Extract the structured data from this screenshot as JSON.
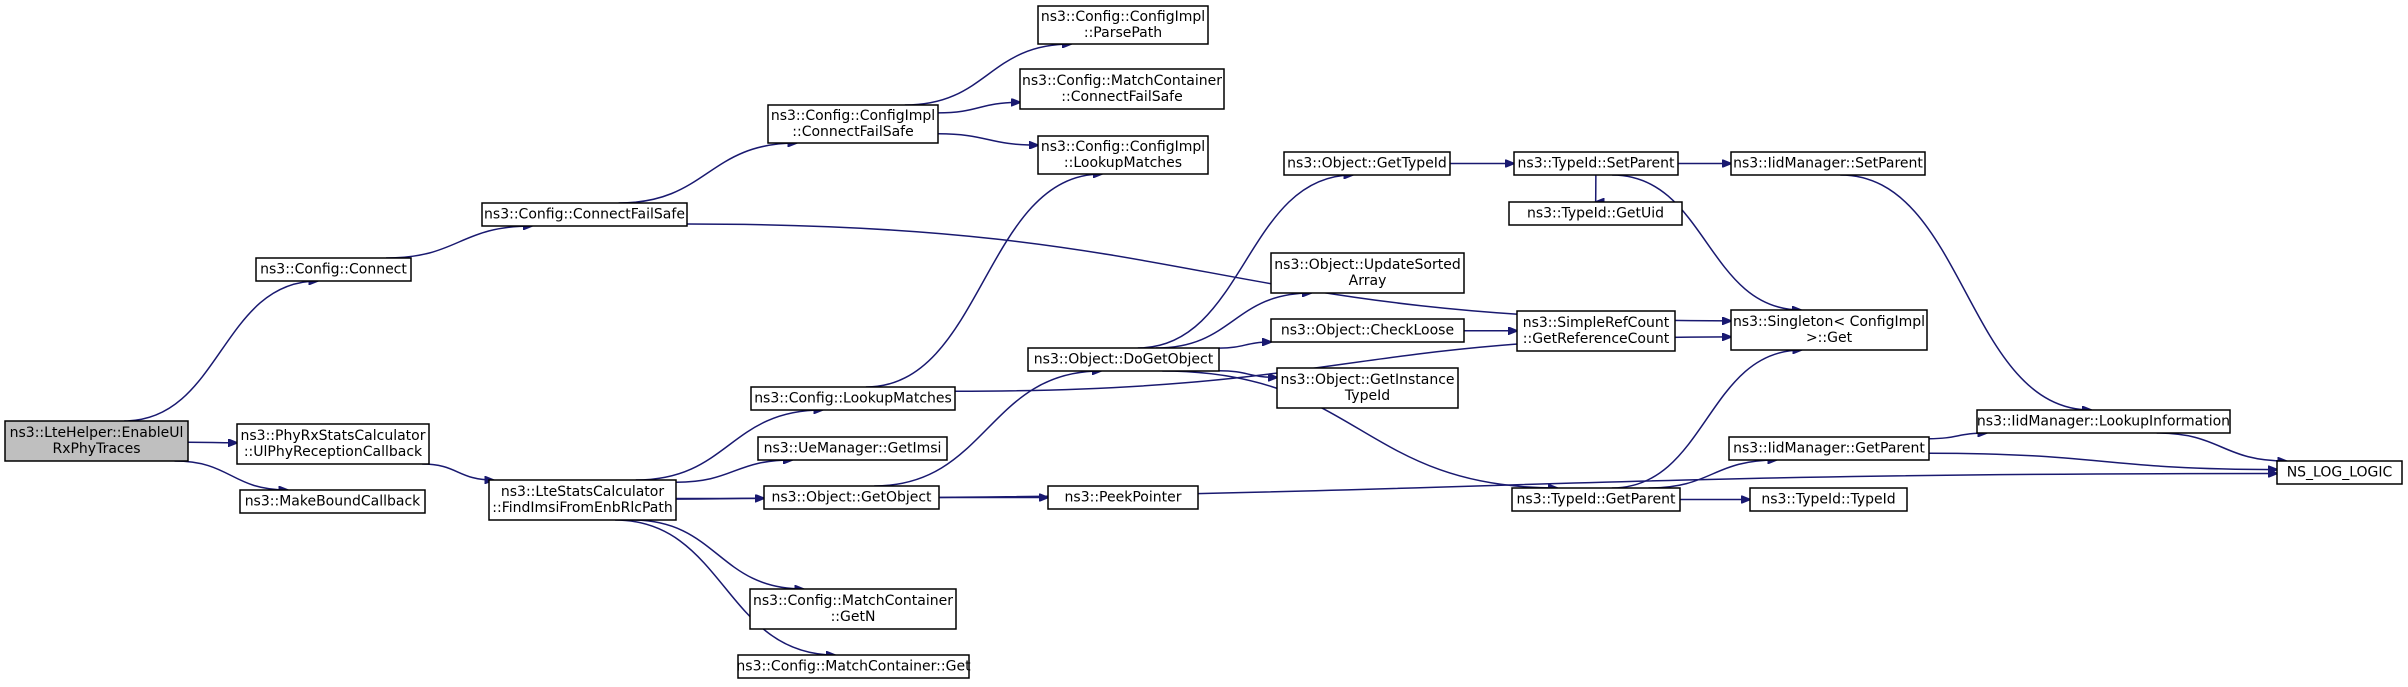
{
  "diagram": {
    "title": "",
    "colors": {
      "edge": "#191970",
      "root_fill": "#bfbfbf",
      "node_fill": "#ffffff",
      "border": "#000000"
    },
    "nodes": [
      {
        "id": "enable",
        "lines": [
          "ns3::LteHelper::EnableUl",
          "RxPhyTraces"
        ],
        "root": true
      },
      {
        "id": "cconnect",
        "lines": [
          "ns3::Config::Connect"
        ]
      },
      {
        "id": "phyrx",
        "lines": [
          "ns3::PhyRxStatsCalculator",
          "::UlPhyReceptionCallback"
        ]
      },
      {
        "id": "mkbound",
        "lines": [
          "ns3::MakeBoundCallback"
        ]
      },
      {
        "id": "cfs",
        "lines": [
          "ns3::Config::ConnectFailSafe"
        ]
      },
      {
        "id": "ltestats",
        "lines": [
          "ns3::LteStatsCalculator",
          "::FindImsiFromEnbRlcPath"
        ]
      },
      {
        "id": "cimplcfs",
        "lines": [
          "ns3::Config::ConfigImpl",
          "::ConnectFailSafe"
        ]
      },
      {
        "id": "clookup",
        "lines": [
          "ns3::Config::LookupMatches"
        ]
      },
      {
        "id": "getimsi",
        "lines": [
          "ns3::UeManager::GetImsi"
        ]
      },
      {
        "id": "getobject",
        "lines": [
          "ns3::Object::GetObject"
        ]
      },
      {
        "id": "mcgetn",
        "lines": [
          "ns3::Config::MatchContainer",
          "::GetN"
        ]
      },
      {
        "id": "mcget",
        "lines": [
          "ns3::Config::MatchContainer::Get"
        ]
      },
      {
        "id": "parsepath",
        "lines": [
          "ns3::Config::ConfigImpl",
          "::ParsePath"
        ]
      },
      {
        "id": "mccfs",
        "lines": [
          "ns3::Config::MatchContainer",
          "::ConnectFailSafe"
        ]
      },
      {
        "id": "cimpllm",
        "lines": [
          "ns3::Config::ConfigImpl",
          "::LookupMatches"
        ]
      },
      {
        "id": "dogetobj",
        "lines": [
          "ns3::Object::DoGetObject"
        ]
      },
      {
        "id": "peek",
        "lines": [
          "ns3::PeekPointer"
        ]
      },
      {
        "id": "gettypeid",
        "lines": [
          "ns3::Object::GetTypeId"
        ]
      },
      {
        "id": "updsorted",
        "lines": [
          "ns3::Object::UpdateSorted",
          "Array"
        ]
      },
      {
        "id": "checkloose",
        "lines": [
          "ns3::Object::CheckLoose"
        ]
      },
      {
        "id": "getinst",
        "lines": [
          "ns3::Object::GetInstance",
          "TypeId"
        ]
      },
      {
        "id": "setparent",
        "lines": [
          "ns3::TypeId::SetParent"
        ]
      },
      {
        "id": "getuid",
        "lines": [
          "ns3::TypeId::GetUid"
        ]
      },
      {
        "id": "srcount",
        "lines": [
          "ns3::SimpleRefCount",
          "::GetReferenceCount"
        ]
      },
      {
        "id": "singleton",
        "lines": [
          "ns3::Singleton< ConfigImpl",
          " >::Get"
        ]
      },
      {
        "id": "tgetparent",
        "lines": [
          "ns3::TypeId::GetParent"
        ]
      },
      {
        "id": "iidset",
        "lines": [
          "ns3::IidManager::SetParent"
        ]
      },
      {
        "id": "iidget",
        "lines": [
          "ns3::IidManager::GetParent"
        ]
      },
      {
        "id": "typeidctor",
        "lines": [
          "ns3::TypeId::TypeId"
        ]
      },
      {
        "id": "iidlookup",
        "lines": [
          "ns3::IidManager::LookupInformation"
        ]
      },
      {
        "id": "nslog",
        "lines": [
          "NS_LOG_LOGIC"
        ]
      }
    ],
    "edges": [
      [
        "enable",
        "cconnect"
      ],
      [
        "enable",
        "phyrx"
      ],
      [
        "enable",
        "mkbound"
      ],
      [
        "cconnect",
        "cfs"
      ],
      [
        "cfs",
        "cimplcfs"
      ],
      [
        "cfs",
        "singleton"
      ],
      [
        "cimplcfs",
        "parsepath"
      ],
      [
        "cimplcfs",
        "mccfs"
      ],
      [
        "cimplcfs",
        "cimpllm"
      ],
      [
        "phyrx",
        "ltestats"
      ],
      [
        "ltestats",
        "clookup"
      ],
      [
        "ltestats",
        "getimsi"
      ],
      [
        "ltestats",
        "getobject"
      ],
      [
        "ltestats",
        "mcgetn"
      ],
      [
        "ltestats",
        "mcget"
      ],
      [
        "ltestats",
        "nslog"
      ],
      [
        "clookup",
        "cimpllm"
      ],
      [
        "clookup",
        "singleton"
      ],
      [
        "getobject",
        "dogetobj"
      ],
      [
        "getobject",
        "peek"
      ],
      [
        "dogetobj",
        "gettypeid"
      ],
      [
        "dogetobj",
        "updsorted"
      ],
      [
        "dogetobj",
        "checkloose"
      ],
      [
        "dogetobj",
        "getinst"
      ],
      [
        "dogetobj",
        "tgetparent"
      ],
      [
        "gettypeid",
        "setparent"
      ],
      [
        "setparent",
        "iidset"
      ],
      [
        "setparent",
        "getuid"
      ],
      [
        "setparent",
        "singleton"
      ],
      [
        "checkloose",
        "srcount"
      ],
      [
        "iidset",
        "iidlookup"
      ],
      [
        "tgetparent",
        "singleton"
      ],
      [
        "tgetparent",
        "iidget"
      ],
      [
        "tgetparent",
        "typeidctor"
      ],
      [
        "iidget",
        "iidlookup"
      ],
      [
        "iidget",
        "nslog"
      ],
      [
        "iidlookup",
        "nslog"
      ]
    ]
  }
}
